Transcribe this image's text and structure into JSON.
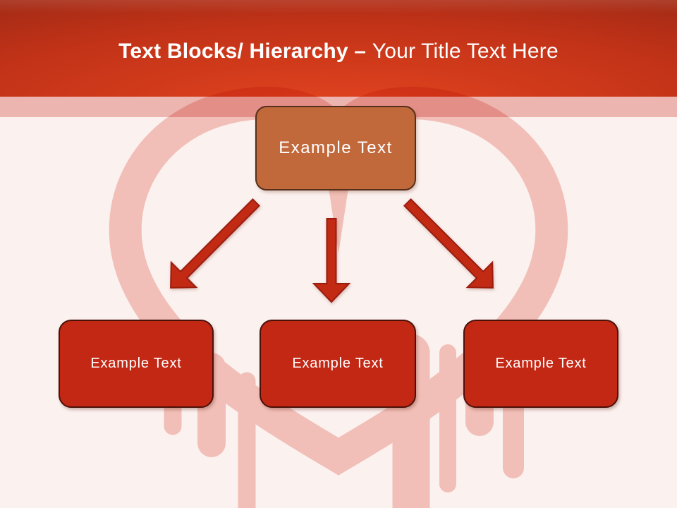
{
  "title": {
    "bold": "Text Blocks/ Hierarchy",
    "separator": " – ",
    "regular": "Your Title Text Here"
  },
  "hierarchy": {
    "root": {
      "label": "Example Text"
    },
    "children": [
      {
        "label": "Example Text"
      },
      {
        "label": "Example Text"
      },
      {
        "label": "Example Text"
      }
    ]
  },
  "watermark": {
    "icon": "bleeding-heart-icon"
  },
  "theme": {
    "banner-top": "#8e2412",
    "banner-mid": "#c33318",
    "banner-bright": "#e2441f",
    "band-pink": "#edb5b0",
    "page-bg": "#fbf1ef",
    "heart-pink": "#f5cac4",
    "root-box-fill": "#c2693c",
    "root-box-border": "#54301c",
    "child-box-fill": "#c32815",
    "child-box-border": "#4a1109",
    "arrow-fill": "#c22a14",
    "arrow-stroke": "#9a1d0e",
    "text-color": "#ffffff"
  }
}
